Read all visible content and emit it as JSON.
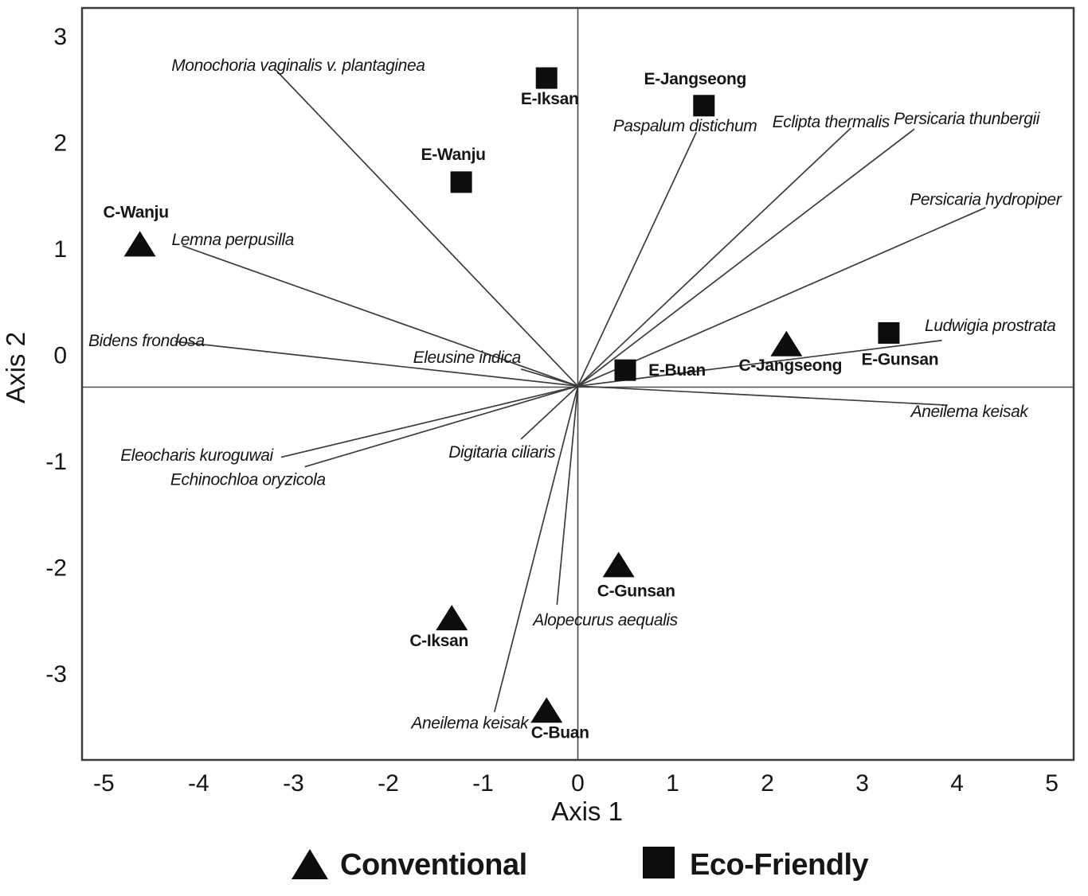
{
  "figure": {
    "background": "#ffffff",
    "ink_color": "#161616",
    "line_color": "#3c3c3c",
    "marker_color": "#0d0d0d"
  },
  "chart_data": {
    "type": "scatter",
    "subtype": "ordination-biplot",
    "title": "",
    "xlabel": "Axis 1",
    "ylabel": "Axis 2",
    "xlim": [
      -5.23,
      5.23
    ],
    "ylim": [
      -3.81,
      3.27
    ],
    "x_ticks": [
      -5,
      -4,
      -3,
      -2,
      -1,
      0,
      1,
      2,
      3,
      4,
      5
    ],
    "y_ticks": [
      3,
      2,
      1,
      0,
      -1,
      -2,
      -3
    ],
    "grid": false,
    "axis_cross": {
      "x": 0,
      "y": -0.3
    },
    "vector_origin": {
      "x": 0,
      "y": -0.29
    },
    "series": [
      {
        "name": "Conventional",
        "marker": "triangle",
        "points": [
          {
            "label": "C-Wanju",
            "x": -4.62,
            "y": 1.05,
            "label_dx": -5,
            "label_dy": -33
          },
          {
            "label": "C-Iksan",
            "x": -1.33,
            "y": -2.47,
            "label_dx": -16,
            "label_dy": 36
          },
          {
            "label": "C-Gunsan",
            "x": 0.43,
            "y": -1.97,
            "label_dx": 22,
            "label_dy": 40
          },
          {
            "label": "C-Buan",
            "x": -0.33,
            "y": -3.34,
            "label_dx": 17,
            "label_dy": 35
          },
          {
            "label": "C-Jangseong",
            "x": 2.2,
            "y": 0.11,
            "label_dx": 5,
            "label_dy": 34
          }
        ]
      },
      {
        "name": "Eco-Friendly",
        "marker": "square",
        "points": [
          {
            "label": "E-Iksan",
            "x": -0.33,
            "y": 2.61,
            "label_dx": 4,
            "label_dy": 33
          },
          {
            "label": "E-Wanju",
            "x": -1.23,
            "y": 1.63,
            "label_dx": -10,
            "label_dy": -28
          },
          {
            "label": "E-Jangseong",
            "x": 1.33,
            "y": 2.35,
            "label_dx": -11,
            "label_dy": -27
          },
          {
            "label": "E-Buan",
            "x": 0.5,
            "y": -0.14,
            "label_dx": 65,
            "label_dy": 7
          },
          {
            "label": "E-Gunsan",
            "x": 3.28,
            "y": 0.21,
            "label_dx": 14,
            "label_dy": 40
          }
        ]
      }
    ],
    "species_vectors": [
      {
        "name": "Monochoria vaginalis v. plantaginea",
        "tip_x": -3.18,
        "tip_y": 2.68,
        "label_x": -2.95,
        "label_y": 2.73
      },
      {
        "name": "Lemna perpusilla",
        "tip_x": -4.17,
        "tip_y": 1.03,
        "label_x": -3.64,
        "label_y": 1.09
      },
      {
        "name": "Bidens frondosa",
        "tip_x": -4.25,
        "tip_y": 0.13,
        "label_x": -4.55,
        "label_y": 0.14
      },
      {
        "name": "Eleusine indica",
        "tip_x": -0.6,
        "tip_y": -0.13,
        "label_x": -1.17,
        "label_y": -0.02
      },
      {
        "name": "Eleocharis kuroguwai",
        "tip_x": -3.13,
        "tip_y": -0.96,
        "label_x": -4.02,
        "label_y": -0.94
      },
      {
        "name": "Echinochloa oryzicola",
        "tip_x": -2.88,
        "tip_y": -1.05,
        "label_x": -3.48,
        "label_y": -1.17
      },
      {
        "name": "Digitaria ciliaris",
        "tip_x": -0.6,
        "tip_y": -0.79,
        "label_x": -0.8,
        "label_y": -0.91
      },
      {
        "name": "Alopecurus aequalis",
        "tip_x": -0.22,
        "tip_y": -2.35,
        "label_x": 0.29,
        "label_y": -2.49
      },
      {
        "name": "Aneilema keisak",
        "tip_x": -0.88,
        "tip_y": -3.36,
        "label_x": -1.14,
        "label_y": -3.46
      },
      {
        "name": "Paspalum distichum",
        "tip_x": 1.25,
        "tip_y": 2.1,
        "label_x": 1.13,
        "label_y": 2.16
      },
      {
        "name": "Eclipta thermalis",
        "tip_x": 2.88,
        "tip_y": 2.14,
        "label_x": 2.67,
        "label_y": 2.2
      },
      {
        "name": "Persicaria thunbergii",
        "tip_x": 3.55,
        "tip_y": 2.13,
        "label_x": 4.1,
        "label_y": 2.23
      },
      {
        "name": "Persicaria hydropiper",
        "tip_x": 4.3,
        "tip_y": 1.39,
        "label_x": 4.3,
        "label_y": 1.47
      },
      {
        "name": "Ludwigia prostrata",
        "tip_x": 3.84,
        "tip_y": 0.14,
        "label_x": 4.35,
        "label_y": 0.28
      },
      {
        "name": "Aneilema keisak",
        "tip_x": 3.9,
        "tip_y": -0.47,
        "label_x": 4.13,
        "label_y": -0.53
      }
    ],
    "legend": {
      "position": "bottom-center",
      "entries": [
        {
          "marker": "triangle",
          "label": "Conventional"
        },
        {
          "marker": "square",
          "label": "Eco-Friendly"
        }
      ]
    }
  }
}
